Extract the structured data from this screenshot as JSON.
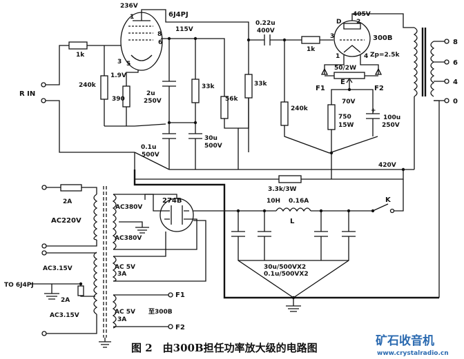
{
  "tubes": {
    "v1": {
      "name": "6J4PJ",
      "anode_voltage": "236V",
      "screen_voltage": "115V",
      "pins_left": [
        "1",
        "3",
        "5"
      ],
      "pins_right": [
        "6",
        "8"
      ]
    },
    "v2": {
      "name": "300B",
      "anode_voltage": "405V",
      "pins": [
        "D",
        "2",
        "3",
        "1",
        "4"
      ]
    },
    "rect": {
      "name": "274B"
    }
  },
  "input": {
    "label": "R IN"
  },
  "components": {
    "r_grid": "1k",
    "r_leak": "240k",
    "v_cathode": "1.9V",
    "r_cathode": "390",
    "c_screen": [
      "2u",
      "250V"
    ],
    "r_33k_a": "33k",
    "r_33k_b": "33k",
    "r_56k": "56k",
    "c_30u": [
      "30u",
      "500V"
    ],
    "c_01u": [
      "0.1u",
      "500V"
    ],
    "c_couple": [
      "0.22u",
      "400V"
    ],
    "r_grid2": "1k",
    "r_240k_2": "240k",
    "pot": "50/2W",
    "pot_e": "E",
    "v_bias": "70V",
    "r_750": [
      "750",
      "15W"
    ],
    "c_100u": [
      "100u",
      "250V"
    ],
    "f1": "F1",
    "f2": "F2",
    "r_drop": "3.3k/3W",
    "b_plus": "420V",
    "choke": [
      "10H",
      "0.16A"
    ],
    "choke_l": "L",
    "filter_caps": [
      "30u/500VX2",
      "0.1u/500VX2"
    ],
    "switch_k": "K"
  },
  "output_tx": {
    "zp": "Zp=2.5k",
    "taps": [
      "8",
      "6",
      "4",
      "0"
    ]
  },
  "power_tx": {
    "fuse": "2A",
    "primary": "AC220V",
    "hv1": "AC380V",
    "hv2": "AC380V",
    "fil_rect": [
      "AC 5V",
      "3A"
    ],
    "fil_300b": [
      "AC 5V",
      "3A"
    ],
    "to_300b": "至300B",
    "fil_6j4": "AC3.15V",
    "fil_6j4_2": "AC3.15V",
    "to_6j4": "TO 6J4PJ",
    "fil_fuse": "2A",
    "f1": "F1",
    "f2": "F2"
  },
  "caption": "图 2　由300B担任功率放大级的电路图",
  "watermark": {
    "cn": "矿石收音机",
    "url": "www.crystalradio.cn"
  }
}
